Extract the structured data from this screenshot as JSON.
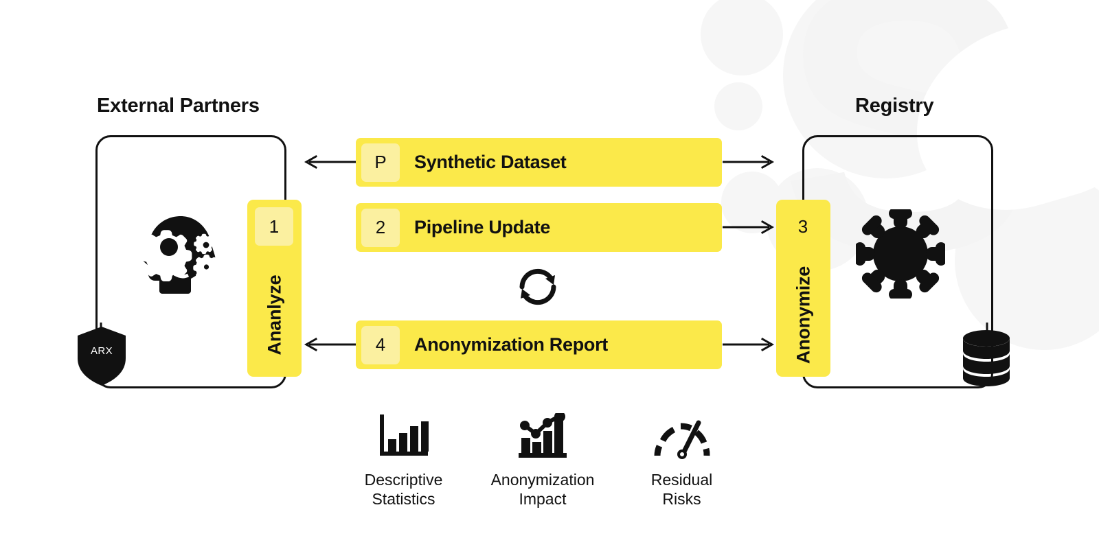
{
  "diagram": {
    "title_left": "External Partners",
    "title_right": "Registry",
    "left_party": {
      "shield_label": "ARX",
      "brain_icon": "head-with-gears-icon",
      "shield_icon": "shield-icon"
    },
    "right_party": {
      "virus_icon": "virus-icon",
      "database_icon": "database-icon"
    },
    "lanes": [
      {
        "badge": "1",
        "label": "Ananlyze",
        "side": "left"
      },
      {
        "badge": "3",
        "label": "Anonymize",
        "side": "right"
      }
    ],
    "messages": [
      {
        "badge": "P",
        "label": "Synthetic Dataset",
        "left_arrow": true,
        "right_arrow": true
      },
      {
        "badge": "2",
        "label": "Pipeline Update",
        "left_arrow": false,
        "right_arrow": true
      },
      {
        "badge": "4",
        "label": "Anonymization Report",
        "left_arrow": true,
        "right_arrow": true
      }
    ],
    "cycle_icon": "refresh-cycle-icon",
    "metrics": [
      {
        "label": "Descriptive\nStatistics",
        "icon": "bar-chart-icon"
      },
      {
        "label": "Anonymization\nImpact",
        "icon": "trend-chart-icon"
      },
      {
        "label": "Residual\nRisks",
        "icon": "gauge-icon"
      }
    ],
    "colors": {
      "bar_yellow": "#FBE94A",
      "badge_yellow": "#FBF0A0",
      "ink": "#111111",
      "watermark": "#F4F4F4",
      "background": "#FFFFFF"
    }
  }
}
